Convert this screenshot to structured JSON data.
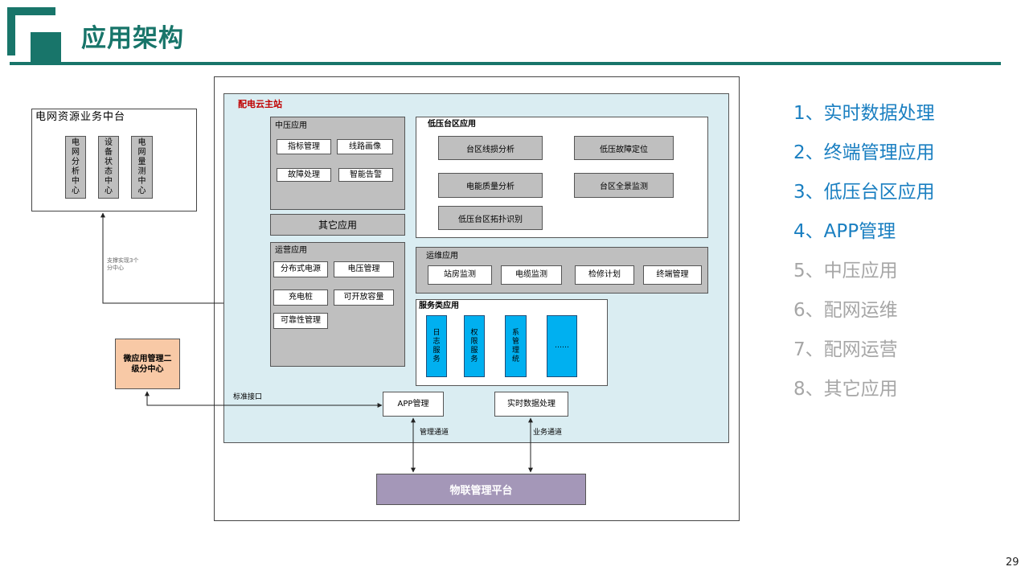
{
  "header": {
    "title": "应用架构"
  },
  "diagram": {
    "grid_platform": {
      "title": "电网资源业务中台",
      "centers": [
        "电网分析中心",
        "设备状态中心",
        "电网量测中心"
      ]
    },
    "support_note": "支撑实现3个分中心",
    "micro_app_center": "微应用管理二级分中心",
    "main_station": {
      "title": "配电云主站",
      "mv_apps": {
        "title": "中压应用",
        "items": [
          "指标管理",
          "线路画像",
          "故障处理",
          "智能告警"
        ]
      },
      "other_apps": "其它应用",
      "lv_apps": {
        "title": "低压台区应用",
        "items": [
          "台区线损分析",
          "低压故障定位",
          "电能质量分析",
          "台区全景监测",
          "低压台区拓扑识别"
        ]
      },
      "ops_apps": {
        "title": "运营应用",
        "items": [
          "分布式电源",
          "电压管理",
          "充电桩",
          "可开放容量",
          "可靠性管理"
        ]
      },
      "maint_apps": {
        "title": "运维应用",
        "items": [
          "站房监测",
          "电缆监测",
          "检修计划",
          "终端管理"
        ]
      },
      "service_apps": {
        "title": "服务类应用",
        "items": [
          "日志服务",
          "权限服务",
          "系管理统",
          "……"
        ]
      },
      "std_interface": "标准接口",
      "app_mgmt": "APP管理",
      "realtime_proc": "实时数据处理"
    },
    "mgmt_channel": "管理通道",
    "biz_channel": "业务通道",
    "iot_platform": "物联管理平台"
  },
  "topics": [
    {
      "text": "1、实时数据处理",
      "color": "#1a7fc1"
    },
    {
      "text": "2、终端管理应用",
      "color": "#1a7fc1"
    },
    {
      "text": "3、低压台区应用",
      "color": "#1a7fc1"
    },
    {
      "text": "4、APP管理",
      "color": "#1a7fc1"
    },
    {
      "text": "5、中压应用",
      "color": "#a6a6a6"
    },
    {
      "text": "6、配网运维",
      "color": "#a6a6a6"
    },
    {
      "text": "7、配网运营",
      "color": "#a6a6a6"
    },
    {
      "text": "8、其它应用",
      "color": "#a6a6a6"
    }
  ],
  "colors": {
    "brand": "#18756a",
    "station_red": "#c00000",
    "iot_purple": "#a497b8",
    "service_blue": "#00b0f0",
    "micro_orange": "#f8c9a6"
  },
  "page_number": "29"
}
